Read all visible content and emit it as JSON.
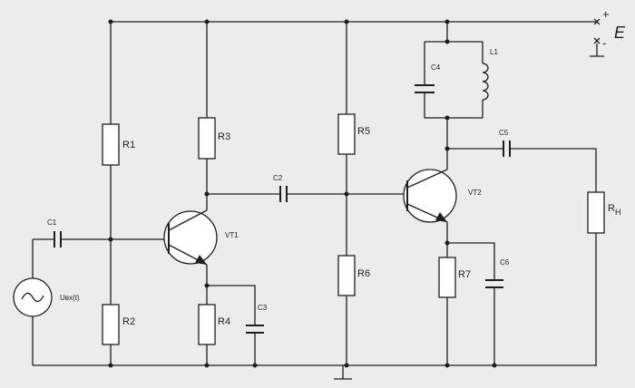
{
  "diagram": {
    "supply": {
      "label": "E",
      "plus": "+",
      "minus": "-"
    },
    "components": {
      "r1": "R1",
      "r2": "R2",
      "r3": "R3",
      "r4": "R4",
      "r5": "R5",
      "r6": "R6",
      "r7": "R7",
      "rh_main": "R",
      "rh_sub": "H",
      "c1": "C1",
      "c2": "C2",
      "c3": "C3",
      "c4": "C4",
      "c5": "C5",
      "c6": "C6",
      "l1": "L1",
      "vt1": "VT1",
      "vt2": "VT2",
      "source": "Uвх(t)"
    }
  }
}
